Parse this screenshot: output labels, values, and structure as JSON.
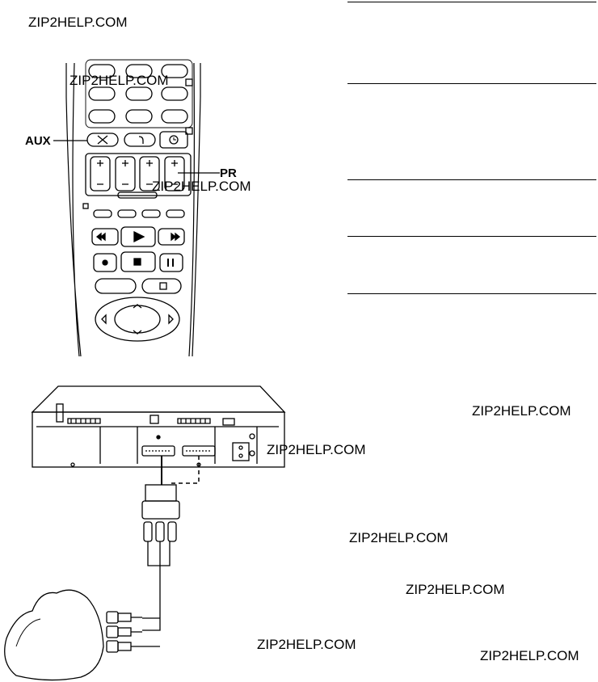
{
  "watermarks": [
    "ZIP2HELP.COM",
    "ZIP2HELP.COM",
    "ZIP2HELP.COM",
    "ZIP2HELP.COM",
    "ZIP2HELP.COM",
    "ZIP2HELP.COM",
    "ZIP2HELP.COM",
    "ZIP2HELP.COM",
    "ZIP2HELP.COM"
  ],
  "callouts": {
    "aux": "AUX",
    "pr": "PR"
  },
  "remote_icons": {
    "play": "play-icon",
    "stop": "stop-icon",
    "rewind": "rewind-icon",
    "ffwd": "fast-forward-icon",
    "record": "record-icon",
    "pause": "pause-icon",
    "timer": "timer-icon",
    "cross": "cross-icon"
  }
}
